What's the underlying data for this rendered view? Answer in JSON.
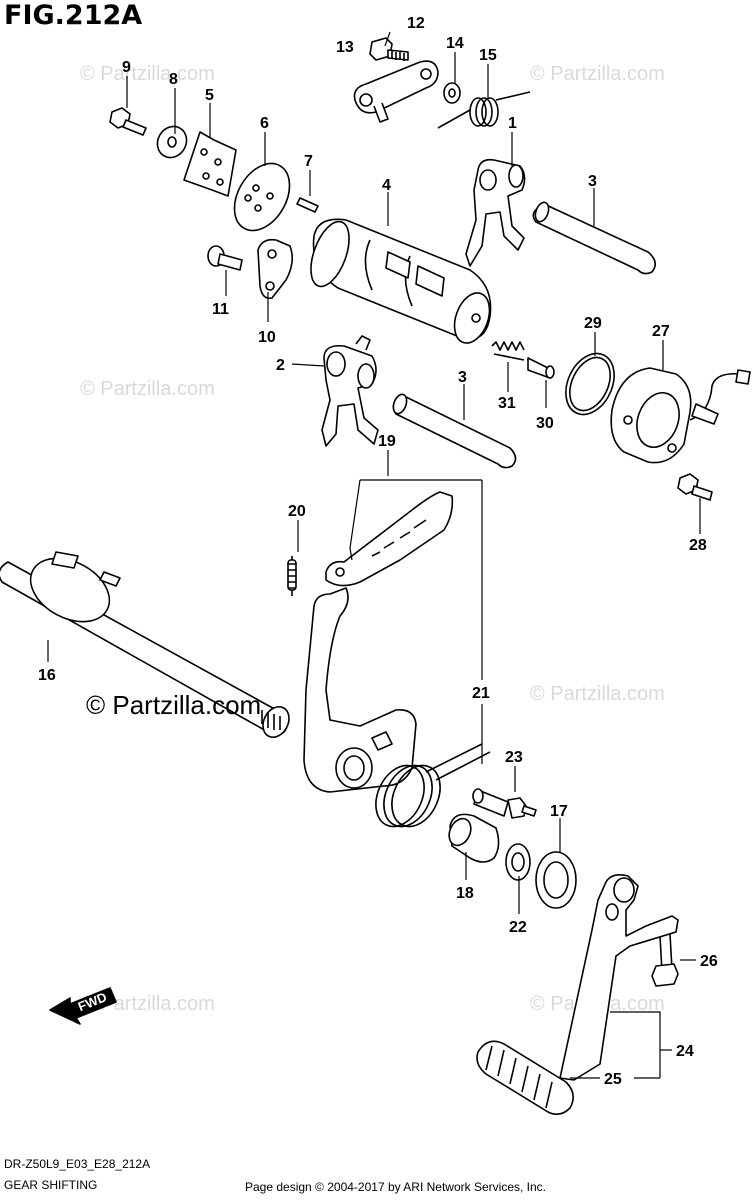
{
  "figure": {
    "title": "FIG.212A",
    "code": "DR-Z50L9_E03_E28_212A",
    "name": "GEAR SHIFTING",
    "copyright": "Page design © 2004-2017 by ARI Network Services, Inc.",
    "watermark_main": "© Partzilla.com",
    "watermark_faint": "© Partzilla.com",
    "fwd_label": "FWD"
  },
  "callouts": [
    {
      "id": "1",
      "label": "1"
    },
    {
      "id": "2",
      "label": "2"
    },
    {
      "id": "3a",
      "label": "3"
    },
    {
      "id": "3b",
      "label": "3"
    },
    {
      "id": "4",
      "label": "4"
    },
    {
      "id": "5",
      "label": "5"
    },
    {
      "id": "6",
      "label": "6"
    },
    {
      "id": "7",
      "label": "7"
    },
    {
      "id": "8",
      "label": "8"
    },
    {
      "id": "9",
      "label": "9"
    },
    {
      "id": "10",
      "label": "10"
    },
    {
      "id": "11",
      "label": "11"
    },
    {
      "id": "12",
      "label": "12"
    },
    {
      "id": "13",
      "label": "13"
    },
    {
      "id": "14",
      "label": "14"
    },
    {
      "id": "15",
      "label": "15"
    },
    {
      "id": "16",
      "label": "16"
    },
    {
      "id": "17",
      "label": "17"
    },
    {
      "id": "18",
      "label": "18"
    },
    {
      "id": "19",
      "label": "19"
    },
    {
      "id": "20",
      "label": "20"
    },
    {
      "id": "21",
      "label": "21"
    },
    {
      "id": "22",
      "label": "22"
    },
    {
      "id": "23",
      "label": "23"
    },
    {
      "id": "24",
      "label": "24"
    },
    {
      "id": "25",
      "label": "25"
    },
    {
      "id": "26",
      "label": "26"
    },
    {
      "id": "27",
      "label": "27"
    },
    {
      "id": "28",
      "label": "28"
    },
    {
      "id": "29",
      "label": "29"
    },
    {
      "id": "30",
      "label": "30"
    },
    {
      "id": "31",
      "label": "31"
    }
  ]
}
